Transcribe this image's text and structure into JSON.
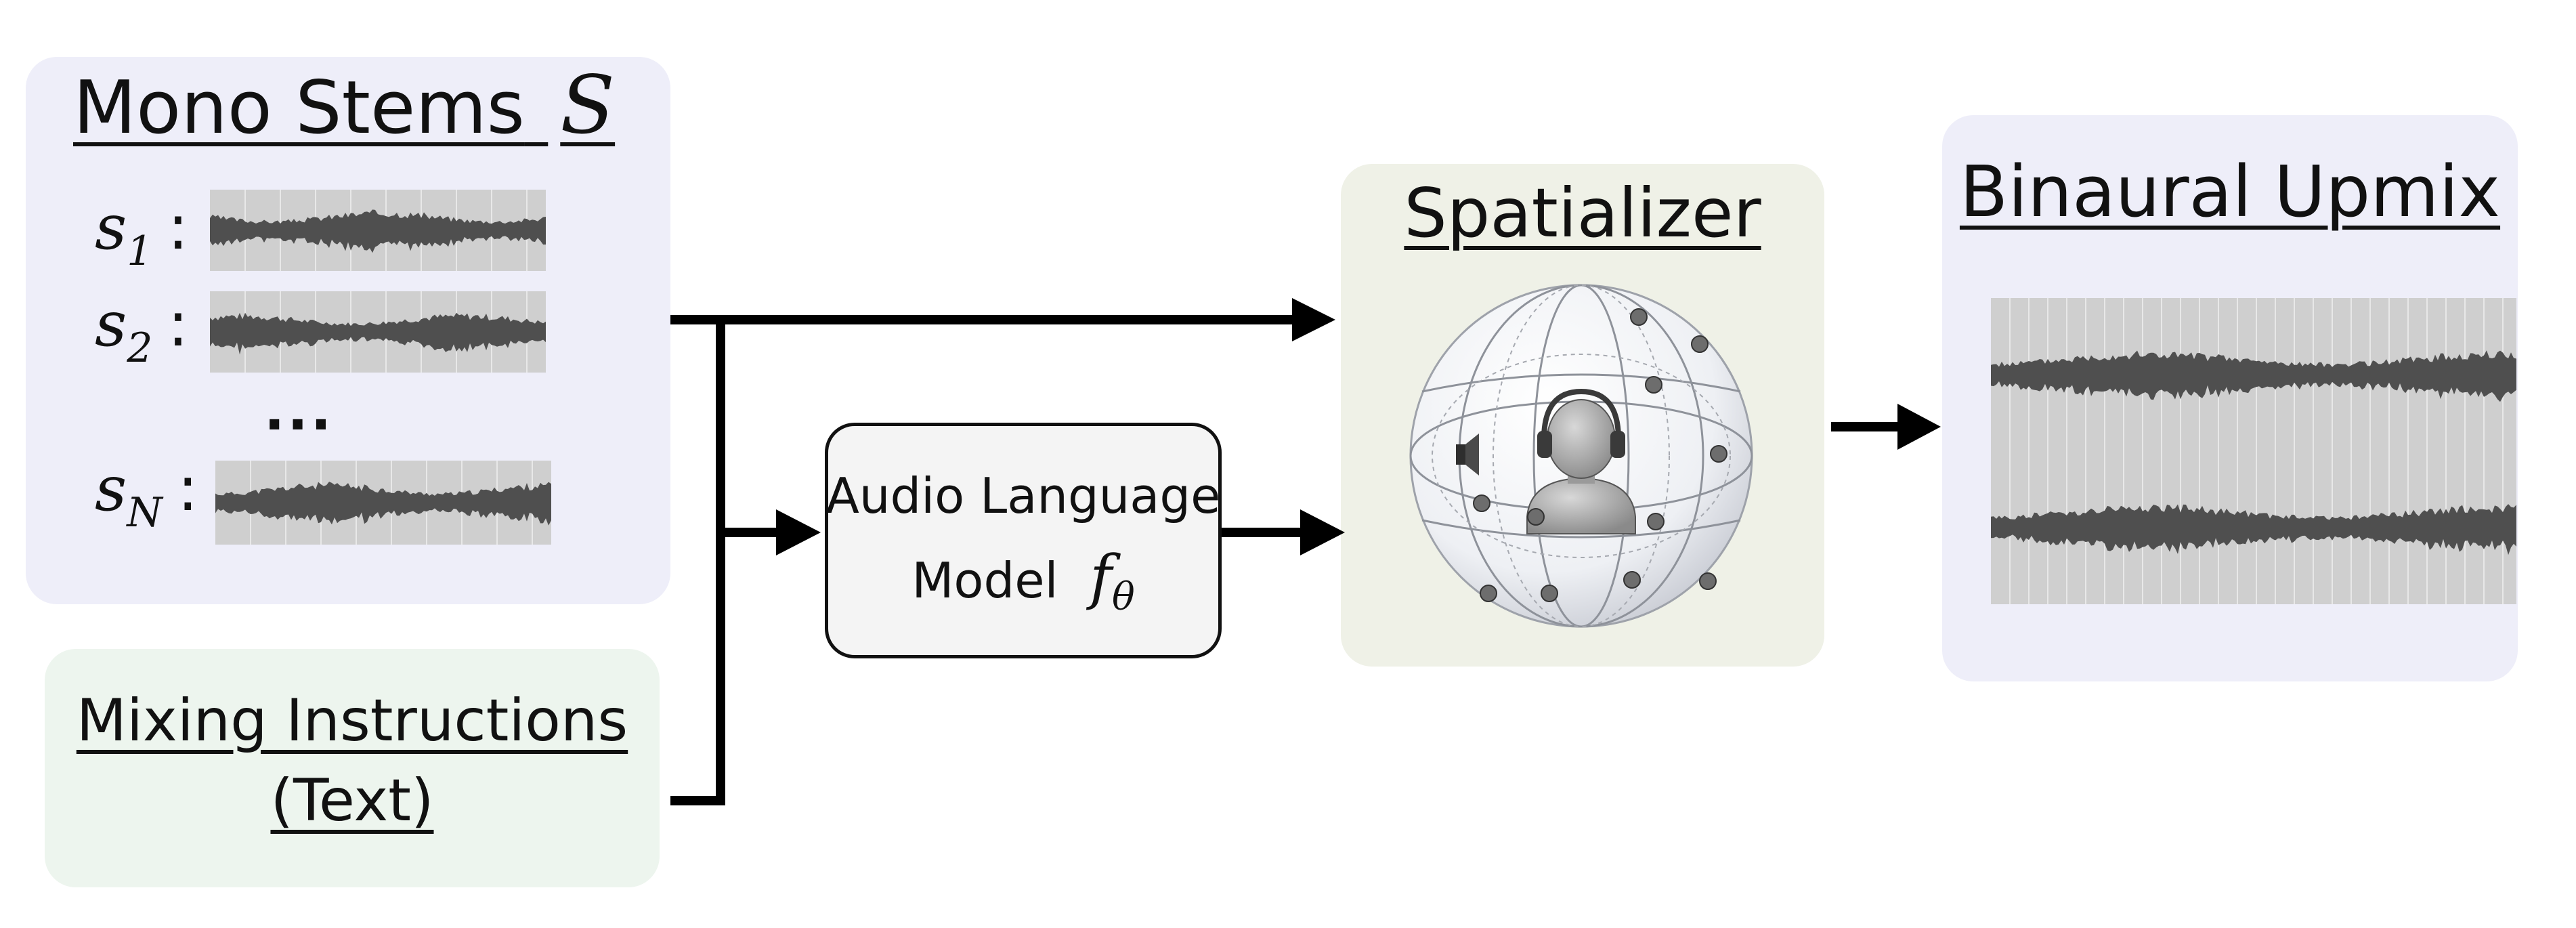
{
  "mono_stems": {
    "title": "Mono Stems",
    "title_symbol": "S",
    "stems": [
      {
        "var": "s",
        "index": "1"
      },
      {
        "var": "s",
        "index": "2"
      },
      {
        "var": "s",
        "index": "N"
      }
    ],
    "colon": ":",
    "ellipsis": "..."
  },
  "mixing_instructions": {
    "line1": "Mixing Instructions",
    "line2": "(Text)"
  },
  "model": {
    "line1": "Audio Language",
    "line2": "Model",
    "symbol": "f",
    "subscript": "θ"
  },
  "spatializer": {
    "title": "Spatializer"
  },
  "binaural": {
    "title": "Binaural Upmix"
  },
  "colors": {
    "stems_bg": "#eeeef9",
    "instructions_bg": "#edf5ee",
    "spatializer_bg": "#eff1e7",
    "binaural_bg": "#eeeef9",
    "model_bg": "#f4f4f4",
    "wave_bg": "#cfcfcf",
    "wave_fg": "#4f4f4f",
    "arrow": "#000000"
  }
}
